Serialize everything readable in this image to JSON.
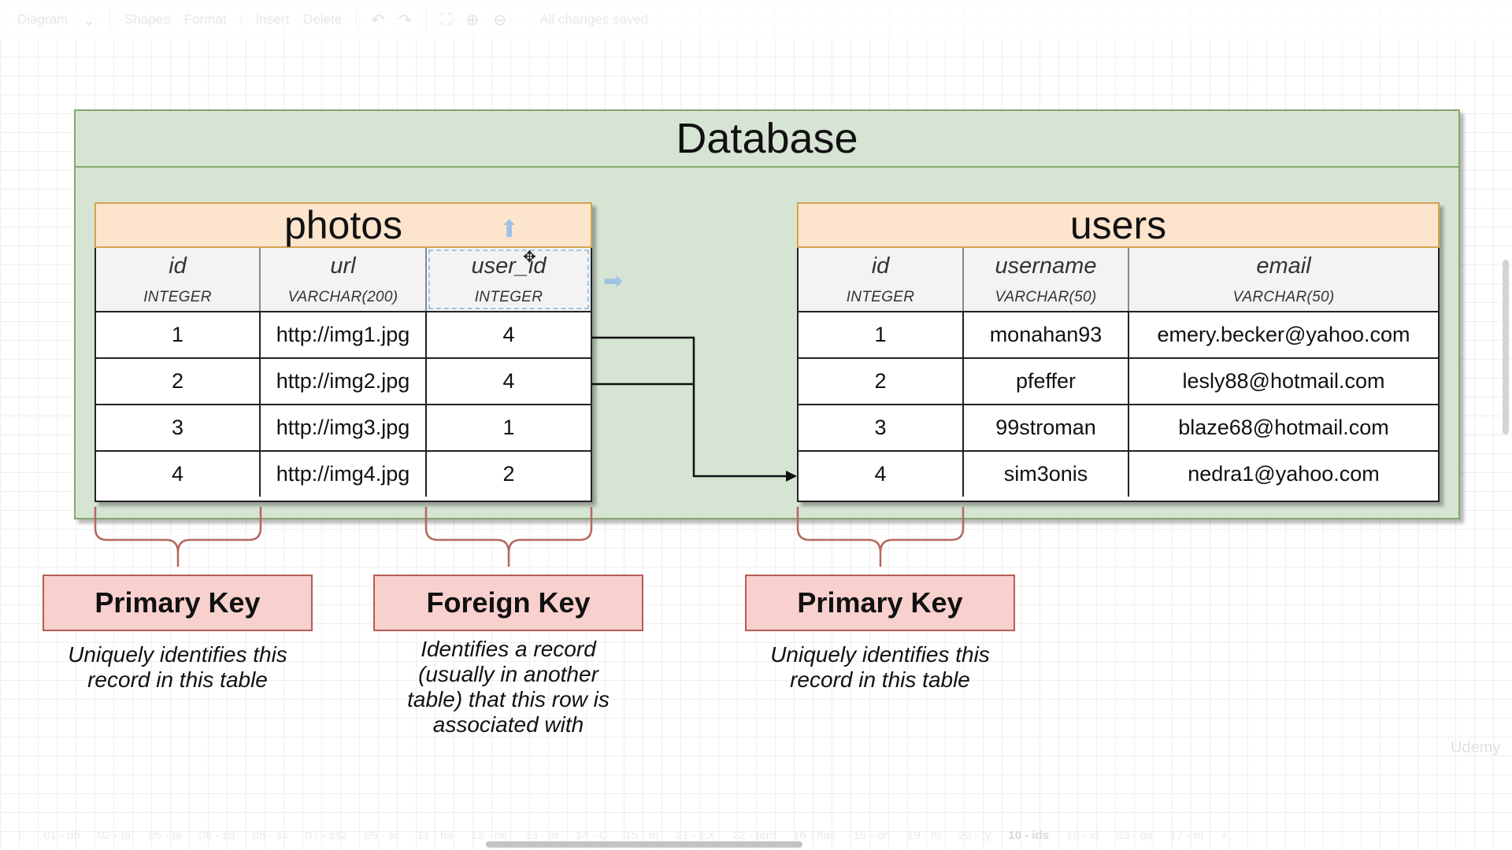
{
  "toolbar": {
    "diagram_label": "Diagram",
    "shapes_label": "Shapes",
    "format_label": "Format",
    "insert_label": "Insert",
    "delete_label": "Delete",
    "status": "All changes saved"
  },
  "database": {
    "title": "Database"
  },
  "photos": {
    "title": "photos",
    "columns": [
      {
        "name": "id",
        "type": "INTEGER"
      },
      {
        "name": "url",
        "type": "VARCHAR(200)"
      },
      {
        "name": "user_id",
        "type": "INTEGER"
      }
    ],
    "rows": [
      [
        "1",
        "http://img1.jpg",
        "4"
      ],
      [
        "2",
        "http://img2.jpg",
        "4"
      ],
      [
        "3",
        "http://img3.jpg",
        "1"
      ],
      [
        "4",
        "http://img4.jpg",
        "2"
      ]
    ]
  },
  "users": {
    "title": "users",
    "columns": [
      {
        "name": "id",
        "type": "INTEGER"
      },
      {
        "name": "username",
        "type": "VARCHAR(50)"
      },
      {
        "name": "email",
        "type": "VARCHAR(50)"
      }
    ],
    "rows": [
      [
        "1",
        "monahan93",
        "emery.becker@yahoo.com"
      ],
      [
        "2",
        "pfeffer",
        "lesly88@hotmail.com"
      ],
      [
        "3",
        "99stroman",
        "blaze68@hotmail.com"
      ],
      [
        "4",
        "sim3onis",
        "nedra1@yahoo.com"
      ]
    ]
  },
  "keys": {
    "photos_primary": {
      "label": "Primary Key",
      "desc_line1": "Uniquely identifies this",
      "desc_line2": "record in this table"
    },
    "photos_foreign": {
      "label": "Foreign Key",
      "desc_line1": "Identifies a record",
      "desc_line2": "(usually in another",
      "desc_line3": "table) that this row is",
      "desc_line4": "associated with"
    },
    "users_primary": {
      "label": "Primary Key",
      "desc_line1": "Uniquely identifies this",
      "desc_line2": "record in this table"
    }
  },
  "watermark": "Udemy",
  "tabs": [
    "01 - db",
    "02 - ta",
    "05 - ta",
    "06 - sd",
    "08 - ss",
    "07 - ss2",
    "09 - sc",
    "11 - ha",
    "12 - he",
    "13 - m",
    "14 - C",
    "15 - m",
    "21 - EX",
    "22 - tem",
    "16 - has",
    "18 - on",
    "19 - m",
    "20 - ty",
    "10 - ids",
    "10 - id",
    "03 - qs",
    "17 - m"
  ],
  "active_tab": "10 - ids",
  "colors": {
    "database_fill": "#d6e4d3",
    "database_border": "#84a86d",
    "table_title_fill": "#fde5cd",
    "table_title_border": "#d2a451",
    "key_fill": "#f8d0ce",
    "key_border": "#b55c57"
  }
}
